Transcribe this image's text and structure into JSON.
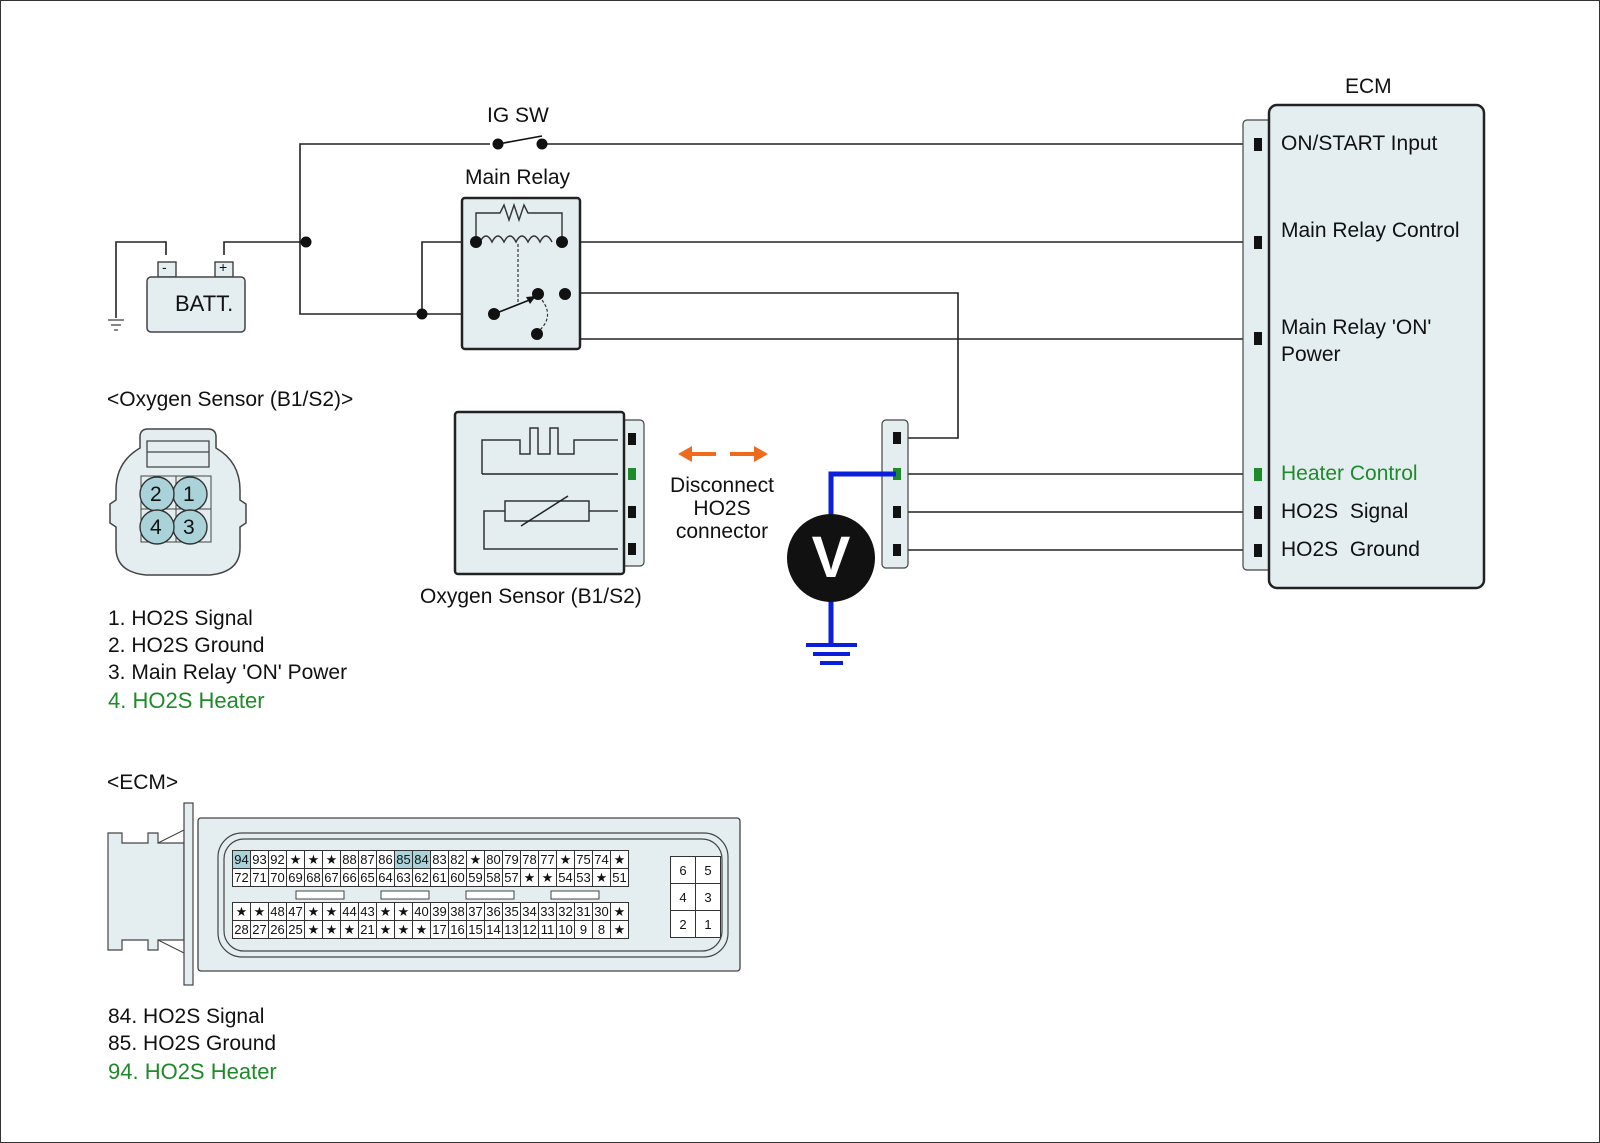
{
  "labels": {
    "ig_sw": "IG SW",
    "main_relay": "Main Relay",
    "batt": "BATT.",
    "batt_neg": "-",
    "batt_pos": "+",
    "ecm_title": "ECM",
    "sensor_connector_title": "<Oxygen Sensor (B1/S2)>",
    "sensor_caption": "Oxygen Sensor (B1/S2)",
    "disconnect_note": [
      "Disconnect",
      "HO2S",
      "connector"
    ],
    "voltmeter": "V",
    "ecm_connector_title": "<ECM>"
  },
  "ecm_pins": [
    {
      "label": "ON/START Input",
      "highlight": false
    },
    {
      "label": "Main Relay Control",
      "highlight": false
    },
    {
      "label": "Main Relay 'ON'",
      "label2": "Power",
      "highlight": false
    },
    {
      "label": "Heater Control",
      "highlight": true
    },
    {
      "label": "HO2S  Signal",
      "highlight": false
    },
    {
      "label": "HO2S  Ground",
      "highlight": false
    }
  ],
  "sensor_pins": [
    "1",
    "2",
    "3",
    "4"
  ],
  "sensor_legend": [
    {
      "text": "1. HO2S Signal",
      "highlight": false
    },
    {
      "text": "2. HO2S Ground",
      "highlight": false
    },
    {
      "text": "3. Main Relay 'ON' Power",
      "highlight": false
    },
    {
      "text": "4. HO2S Heater",
      "highlight": true
    }
  ],
  "ecm_connector": {
    "upper_rows": [
      [
        "94",
        "93",
        "92",
        "★",
        "★",
        "★",
        "88",
        "87",
        "86",
        "85",
        "84",
        "83",
        "82",
        "★",
        "80",
        "79",
        "78",
        "77",
        "★",
        "75",
        "74",
        "★"
      ],
      [
        "72",
        "71",
        "70",
        "69",
        "68",
        "67",
        "66",
        "65",
        "64",
        "63",
        "62",
        "61",
        "60",
        "59",
        "58",
        "57",
        "★",
        "★",
        "54",
        "53",
        "★",
        "51"
      ]
    ],
    "lower_rows": [
      [
        "★",
        "★",
        "48",
        "47",
        "★",
        "★",
        "44",
        "43",
        "★",
        "★",
        "40",
        "39",
        "38",
        "37",
        "36",
        "35",
        "34",
        "33",
        "32",
        "31",
        "30",
        "★"
      ],
      [
        "28",
        "27",
        "26",
        "25",
        "★",
        "★",
        "★",
        "21",
        "★",
        "★",
        "★",
        "17",
        "16",
        "15",
        "14",
        "13",
        "12",
        "11",
        "10",
        "9",
        "8",
        "★"
      ]
    ],
    "highlighted": [
      "94",
      "85",
      "84"
    ],
    "side_block": [
      [
        "6",
        "5"
      ],
      [
        "4",
        "3"
      ],
      [
        "2",
        "1"
      ]
    ]
  },
  "ecm_legend": [
    {
      "text": "84. HO2S Signal",
      "highlight": false
    },
    {
      "text": "85. HO2S Ground",
      "highlight": false
    },
    {
      "text": "94. HO2S Heater",
      "highlight": true
    }
  ],
  "colors": {
    "highlight_green": "#1f8a2a",
    "probe_blue": "#0a1edc",
    "arrow_orange": "#f06a1e",
    "pin_fill": "#a9d2d9",
    "component_fill": "#e4eef0"
  }
}
